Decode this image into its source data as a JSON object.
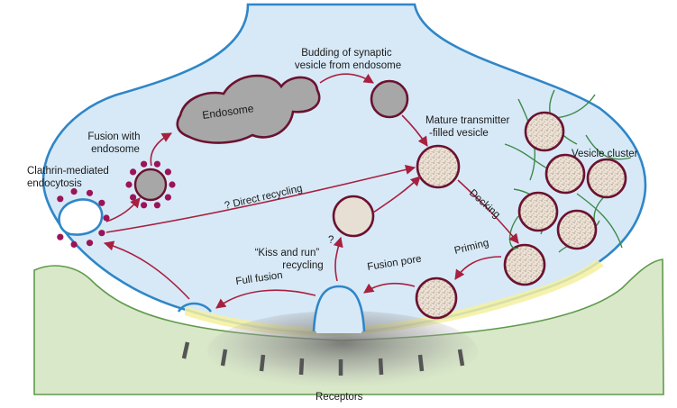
{
  "labels": {
    "endosome": "Endosome",
    "budding_line1": "Budding of synaptic",
    "budding_line2": "vesicle from endosome",
    "mature_line1": "Mature transmitter",
    "mature_line2": "-filled vesicle",
    "vesicle_cluster": "Vesicle cluster",
    "fusion_with_line1": "Fusion with",
    "fusion_with_line2": "endosome",
    "clathrin_line1": "Clathrin-mediated",
    "clathrin_line2": "endocytosis",
    "direct_recycling": "? Direct recycling",
    "docking": "Docking",
    "priming": "Priming",
    "fusion_pore": "Fusion pore",
    "question_mark": "?",
    "kiss_line1": "“Kiss and run”",
    "kiss_line2": "recycling",
    "full_fusion": "Full fusion",
    "receptors": "Receptors"
  },
  "colors": {
    "terminal_fill": "#d7e9f7",
    "membrane": "#2f86c8",
    "postsynaptic_fill": "#d9e8c8",
    "postsynaptic_stroke": "#5f9a4c",
    "active_zone": "#f5f0a0",
    "vesicle_rim": "#6b1230",
    "arrow": "#a8203f",
    "clathrin": "#9b1457",
    "cluster_filament": "#3f8a4a",
    "endosome_fill": "#a7a7a7"
  }
}
